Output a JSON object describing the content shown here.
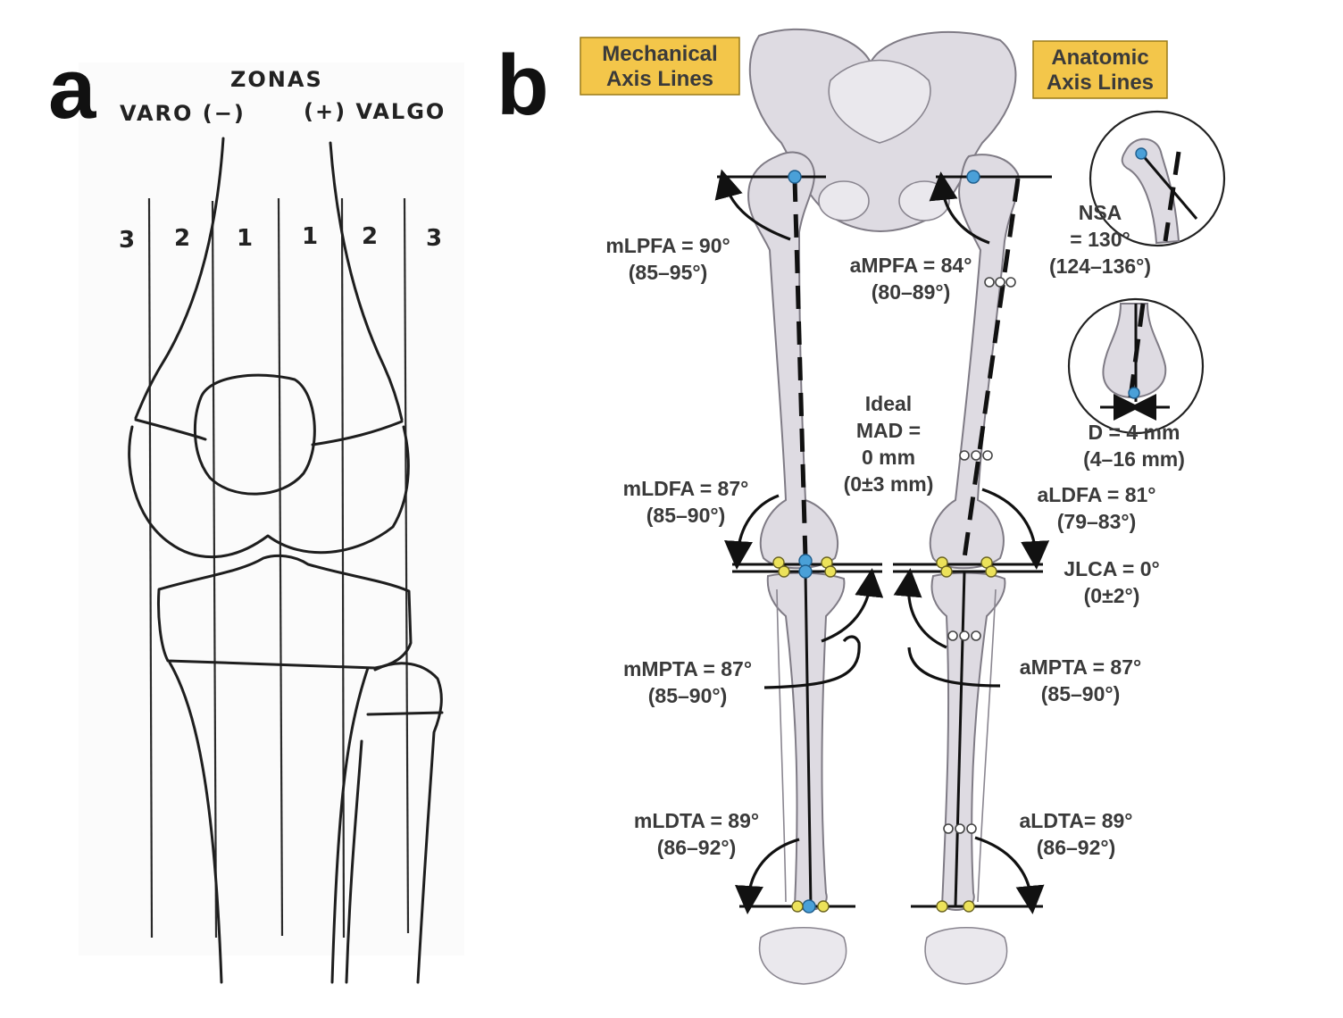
{
  "panel_a": {
    "letter": "a",
    "heading": "ZONAS",
    "varo_label": "VARO (−)",
    "valgo_label": "(+) VALGO",
    "zone_numbers": [
      "3",
      "2",
      "1",
      "1",
      "2",
      "3"
    ]
  },
  "panel_b": {
    "letter": "b",
    "mechanical_box": [
      "Mechanical",
      "Axis Lines"
    ],
    "anatomic_box": [
      "Anatomic",
      "Axis Lines"
    ],
    "box_color": "#f3c64a",
    "mlpfa": [
      "mLPFA = 90°",
      "(85–95°)"
    ],
    "ampfa": [
      "aMPFA = 84°",
      "(80–89°)"
    ],
    "nsa": [
      "NSA",
      "= 130°",
      "(124–136°)"
    ],
    "ideal_mad": [
      "Ideal",
      "MAD =",
      "0 mm",
      "(0±3 mm)"
    ],
    "d_value": [
      "D = 4 mm",
      "(4–16 mm)"
    ],
    "mldfa": [
      "mLDFA = 87°",
      "(85–90°)"
    ],
    "aldfa": [
      "aLDFA = 81°",
      "(79–83°)"
    ],
    "jlca": [
      "JLCA = 0°",
      "(0±2°)"
    ],
    "mmpta": [
      "mMPTA = 87°",
      "(85–90°)"
    ],
    "ampta": [
      "aMPTA = 87°",
      "(85–90°)"
    ],
    "mldta": [
      "mLDTA = 89°",
      "(86–92°)"
    ],
    "aldta": [
      "aLDTA= 89°",
      "(86–92°)"
    ]
  }
}
